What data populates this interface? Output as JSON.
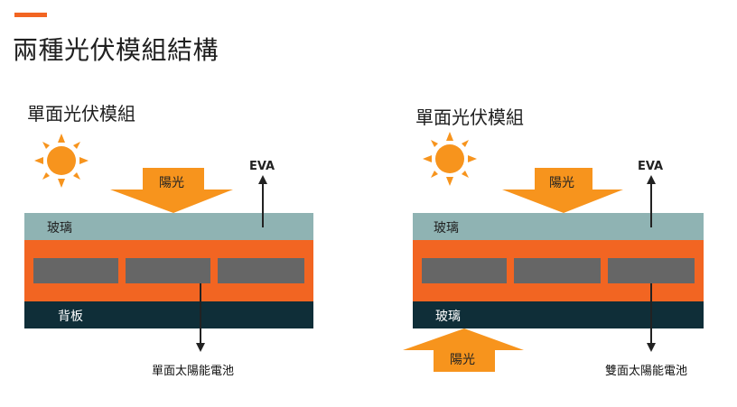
{
  "page": {
    "title": "兩種光伏模組結構"
  },
  "left_panel": {
    "title": "單面光伏模組",
    "sunlight_label": "陽光",
    "top_layer_label": "玻璃",
    "bottom_layer_label": "背板",
    "eva_label": "EVA",
    "cell_label": "單面太陽能電池"
  },
  "right_panel": {
    "title": "單面光伏模組",
    "sunlight_top_label": "陽光",
    "sunlight_bottom_label": "陽光",
    "top_layer_label": "玻璃",
    "bottom_layer_label": "玻璃",
    "eva_label": "EVA",
    "cell_label": "雙面太陽能電池"
  },
  "colors": {
    "accent": "#f26522",
    "sun": "#f7941d",
    "arrow_fill": "#f7941d",
    "glass": "#8fb3b3",
    "eva": "#f26522",
    "cell": "#666666",
    "backsheet": "#0f2e38"
  }
}
